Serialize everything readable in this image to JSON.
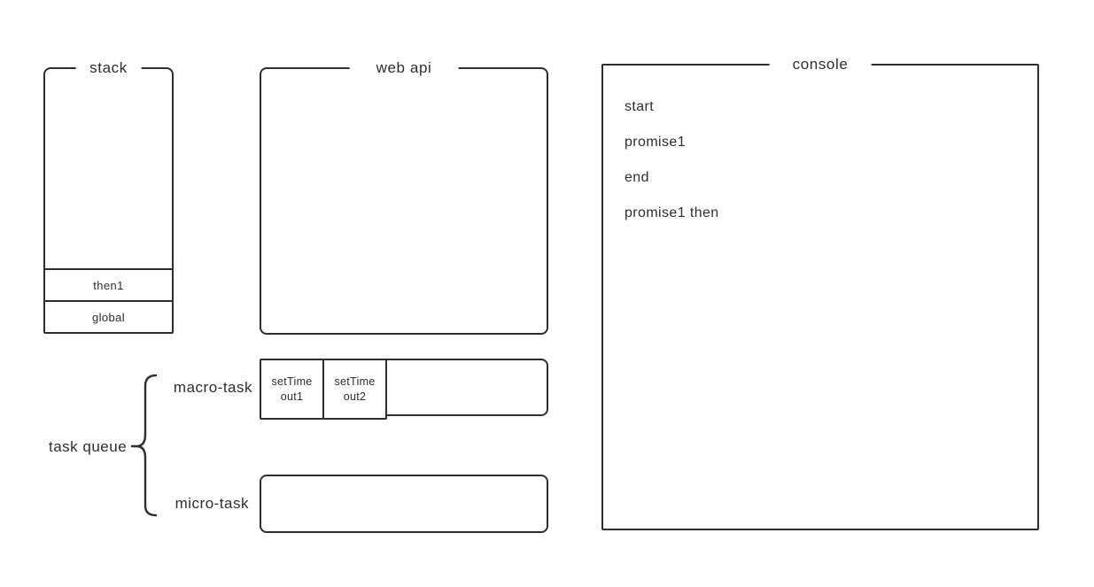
{
  "diagram": {
    "colors": {
      "stroke": "#2e2e2e",
      "background": "#ffffff"
    },
    "stack": {
      "title": "stack",
      "frames": [
        "then1",
        "global"
      ]
    },
    "web_api": {
      "title": "web api"
    },
    "console": {
      "title": "console",
      "logs": [
        "start",
        "promise1",
        "end",
        "promise1 then"
      ]
    },
    "task_queue": {
      "label": "task queue",
      "macro_task": {
        "label": "macro-task",
        "tasks": [
          "setTime\nout1",
          "setTime\nout2"
        ]
      },
      "micro_task": {
        "label": "micro-task",
        "tasks": []
      }
    }
  }
}
